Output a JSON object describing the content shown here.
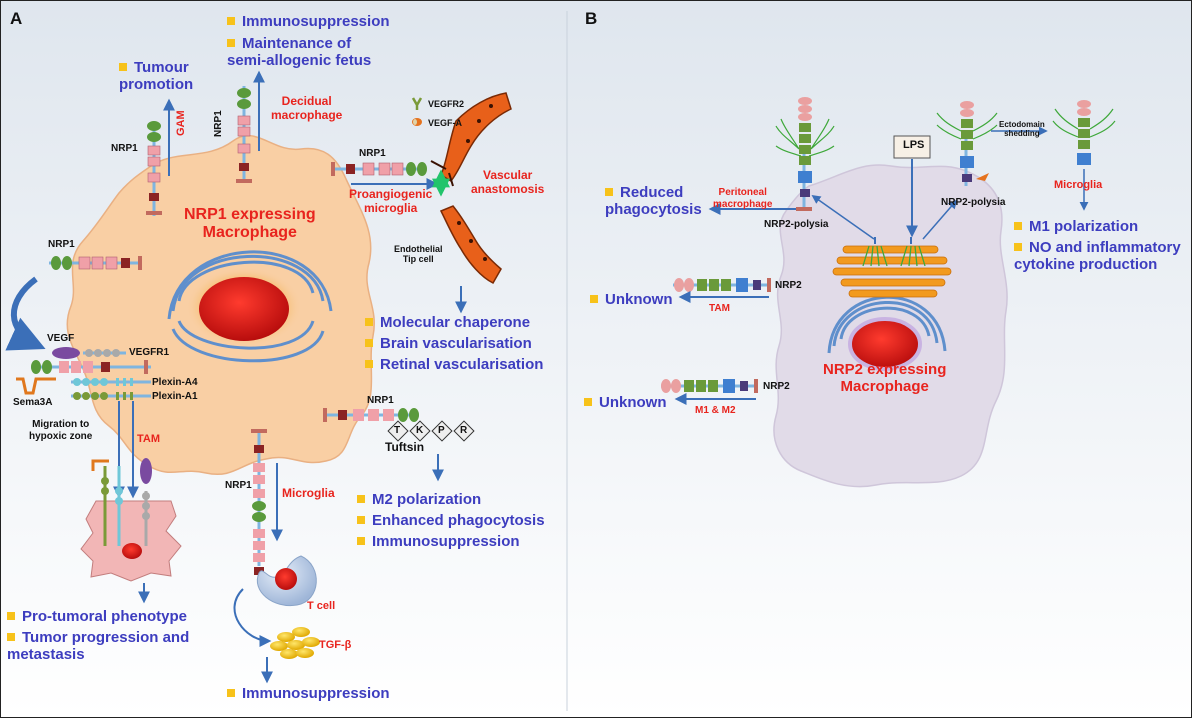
{
  "colors": {
    "blue_text": "#3d3dbf",
    "red_text": "#e8241e",
    "bullet": "#f7c21a",
    "cell_a": "#f9cfa4",
    "cell_b": "#e1dbe8"
  },
  "panel_a": {
    "letter": "A",
    "cell_title": "NRP1 expressing\nMacrophage",
    "gam": "GAM",
    "decidual": "Decidual\nmacrophage",
    "proangiogenic": "Proangiogenic\nmicroglia",
    "vascular": "Vascular\nanastomosis",
    "endothelial": "Endothelial\nTip cell",
    "legend_vegfr2": "VEGFR2",
    "legend_vegfa": "VEGF-A",
    "tumour": "Tumour\npromotion",
    "immuno_top": "Immunosuppression",
    "maint": "Maintenance of\nsemi-allogenic fetus",
    "chaperone": [
      "Molecular chaperone",
      "Brain vascularisation",
      "Retinal vascularisation"
    ],
    "vegf": "VEGF",
    "vegfr1": "VEGFR1",
    "plexin_a4": "Plexin-A4",
    "plexin_a1": "Plexin-A1",
    "sema3a": "Sema3A",
    "migration": "Migration to\nhypoxic zone",
    "tam": "TAM",
    "pro_tumoral": [
      "Pro-tumoral phenotype",
      "Tumor progression and\nmetastasis"
    ],
    "microglia": "Microglia",
    "tcell": "T cell",
    "tgfb": "TGF-β",
    "immuno_bottom": "Immunosuppression",
    "tuftsin": "Tuftsin",
    "tkpr": [
      "T",
      "K",
      "P",
      "R"
    ],
    "m2": [
      "M2 polarization",
      "Enhanced phagocytosis",
      "Immunosuppression"
    ],
    "nrp1": "NRP1"
  },
  "panel_b": {
    "letter": "B",
    "cell_title": "NRP2 expressing\nMacrophage",
    "lps": "LPS",
    "ecto": "Ectodomain\nshedding",
    "microglia": "Microglia",
    "m1": [
      "M1 polarization",
      "NO and inflammatory\ncytokine production"
    ],
    "reduced": "Reduced\nphagocytosis",
    "peritoneal": "Peritoneal\nmacrophage",
    "polysia_left": "NRP2-polysia",
    "polysia_right": "NRP2-polysia",
    "nrp2": "NRP2",
    "tam": "TAM",
    "m1m2": "M1 & M2",
    "unknown": "Unknown"
  }
}
